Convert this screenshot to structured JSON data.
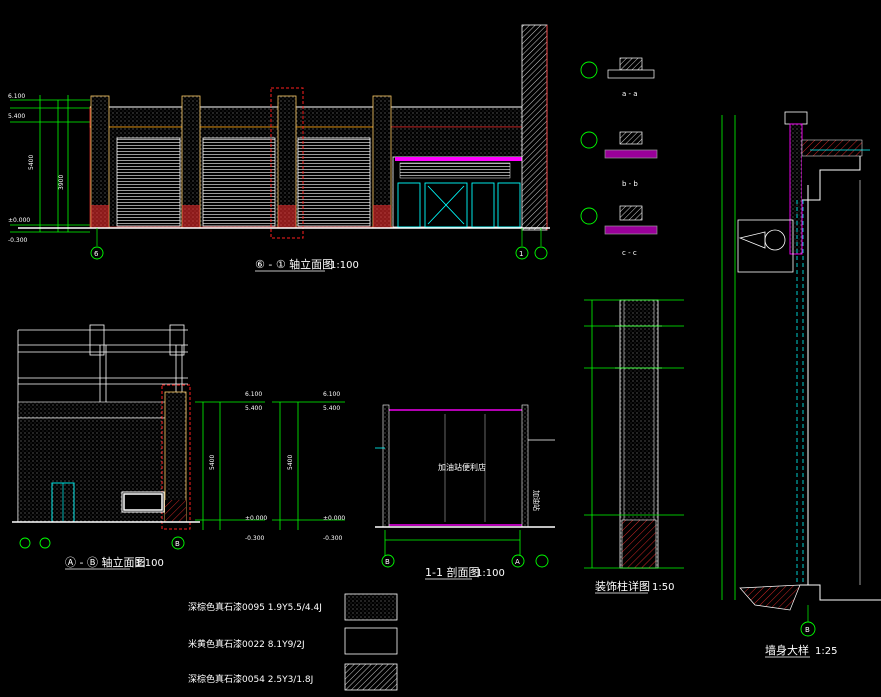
{
  "titles": {
    "elev1": "⑥ - ① 轴立面图",
    "elev1_scale": "1:100",
    "elev2": "Ⓐ - Ⓑ 轴立面图",
    "elev2_scale": "1:100",
    "section": "1-1  剖面图",
    "section_scale": "1:100",
    "column": "装饰柱详图",
    "column_scale": "1:50",
    "wall": "墙身大样",
    "wall_scale": "1:25"
  },
  "axis": {
    "six": "6",
    "one": "1",
    "a": "A",
    "b": "B"
  },
  "section_room": "加油站便利店",
  "side_label": "加油站",
  "legend": [
    {
      "label": "深棕色真石漆0095 1.9Y5.5/4.4J",
      "pattern": "dots"
    },
    {
      "label": "米黄色真石漆0022 8.1Y9/2J",
      "pattern": "blank"
    },
    {
      "label": "深棕色真石漆0054 2.5Y3/1.8J",
      "pattern": "hatch"
    }
  ],
  "details": {
    "a": "a - a",
    "b": "b - b",
    "c": "c - c"
  },
  "colors": {
    "green": "#00ff00",
    "white": "#ffffff",
    "red": "#ff2020",
    "magenta": "#ff00ff",
    "cyan": "#00ffff",
    "yellow": "#ffff00"
  }
}
